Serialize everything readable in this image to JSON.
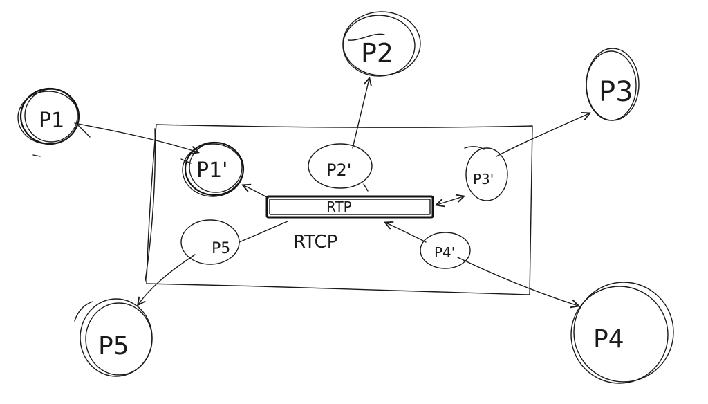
{
  "diagram": {
    "outer_nodes": [
      {
        "id": "p1",
        "label": "P1"
      },
      {
        "id": "p2",
        "label": "P2"
      },
      {
        "id": "p3",
        "label": "P3"
      },
      {
        "id": "p4",
        "label": "P4"
      },
      {
        "id": "p5",
        "label": "P5"
      }
    ],
    "inner_nodes": [
      {
        "id": "p1i",
        "label": "P1'"
      },
      {
        "id": "p2i",
        "label": "P2'"
      },
      {
        "id": "p3i",
        "label": "P3'"
      },
      {
        "id": "p4i",
        "label": "P4'"
      },
      {
        "id": "p5i",
        "label": "P5"
      }
    ],
    "bus": {
      "label": "RTP"
    },
    "control": {
      "label": "RTCP"
    },
    "colors": {
      "ink": "#1a1a1a",
      "background": "#ffffff"
    }
  }
}
